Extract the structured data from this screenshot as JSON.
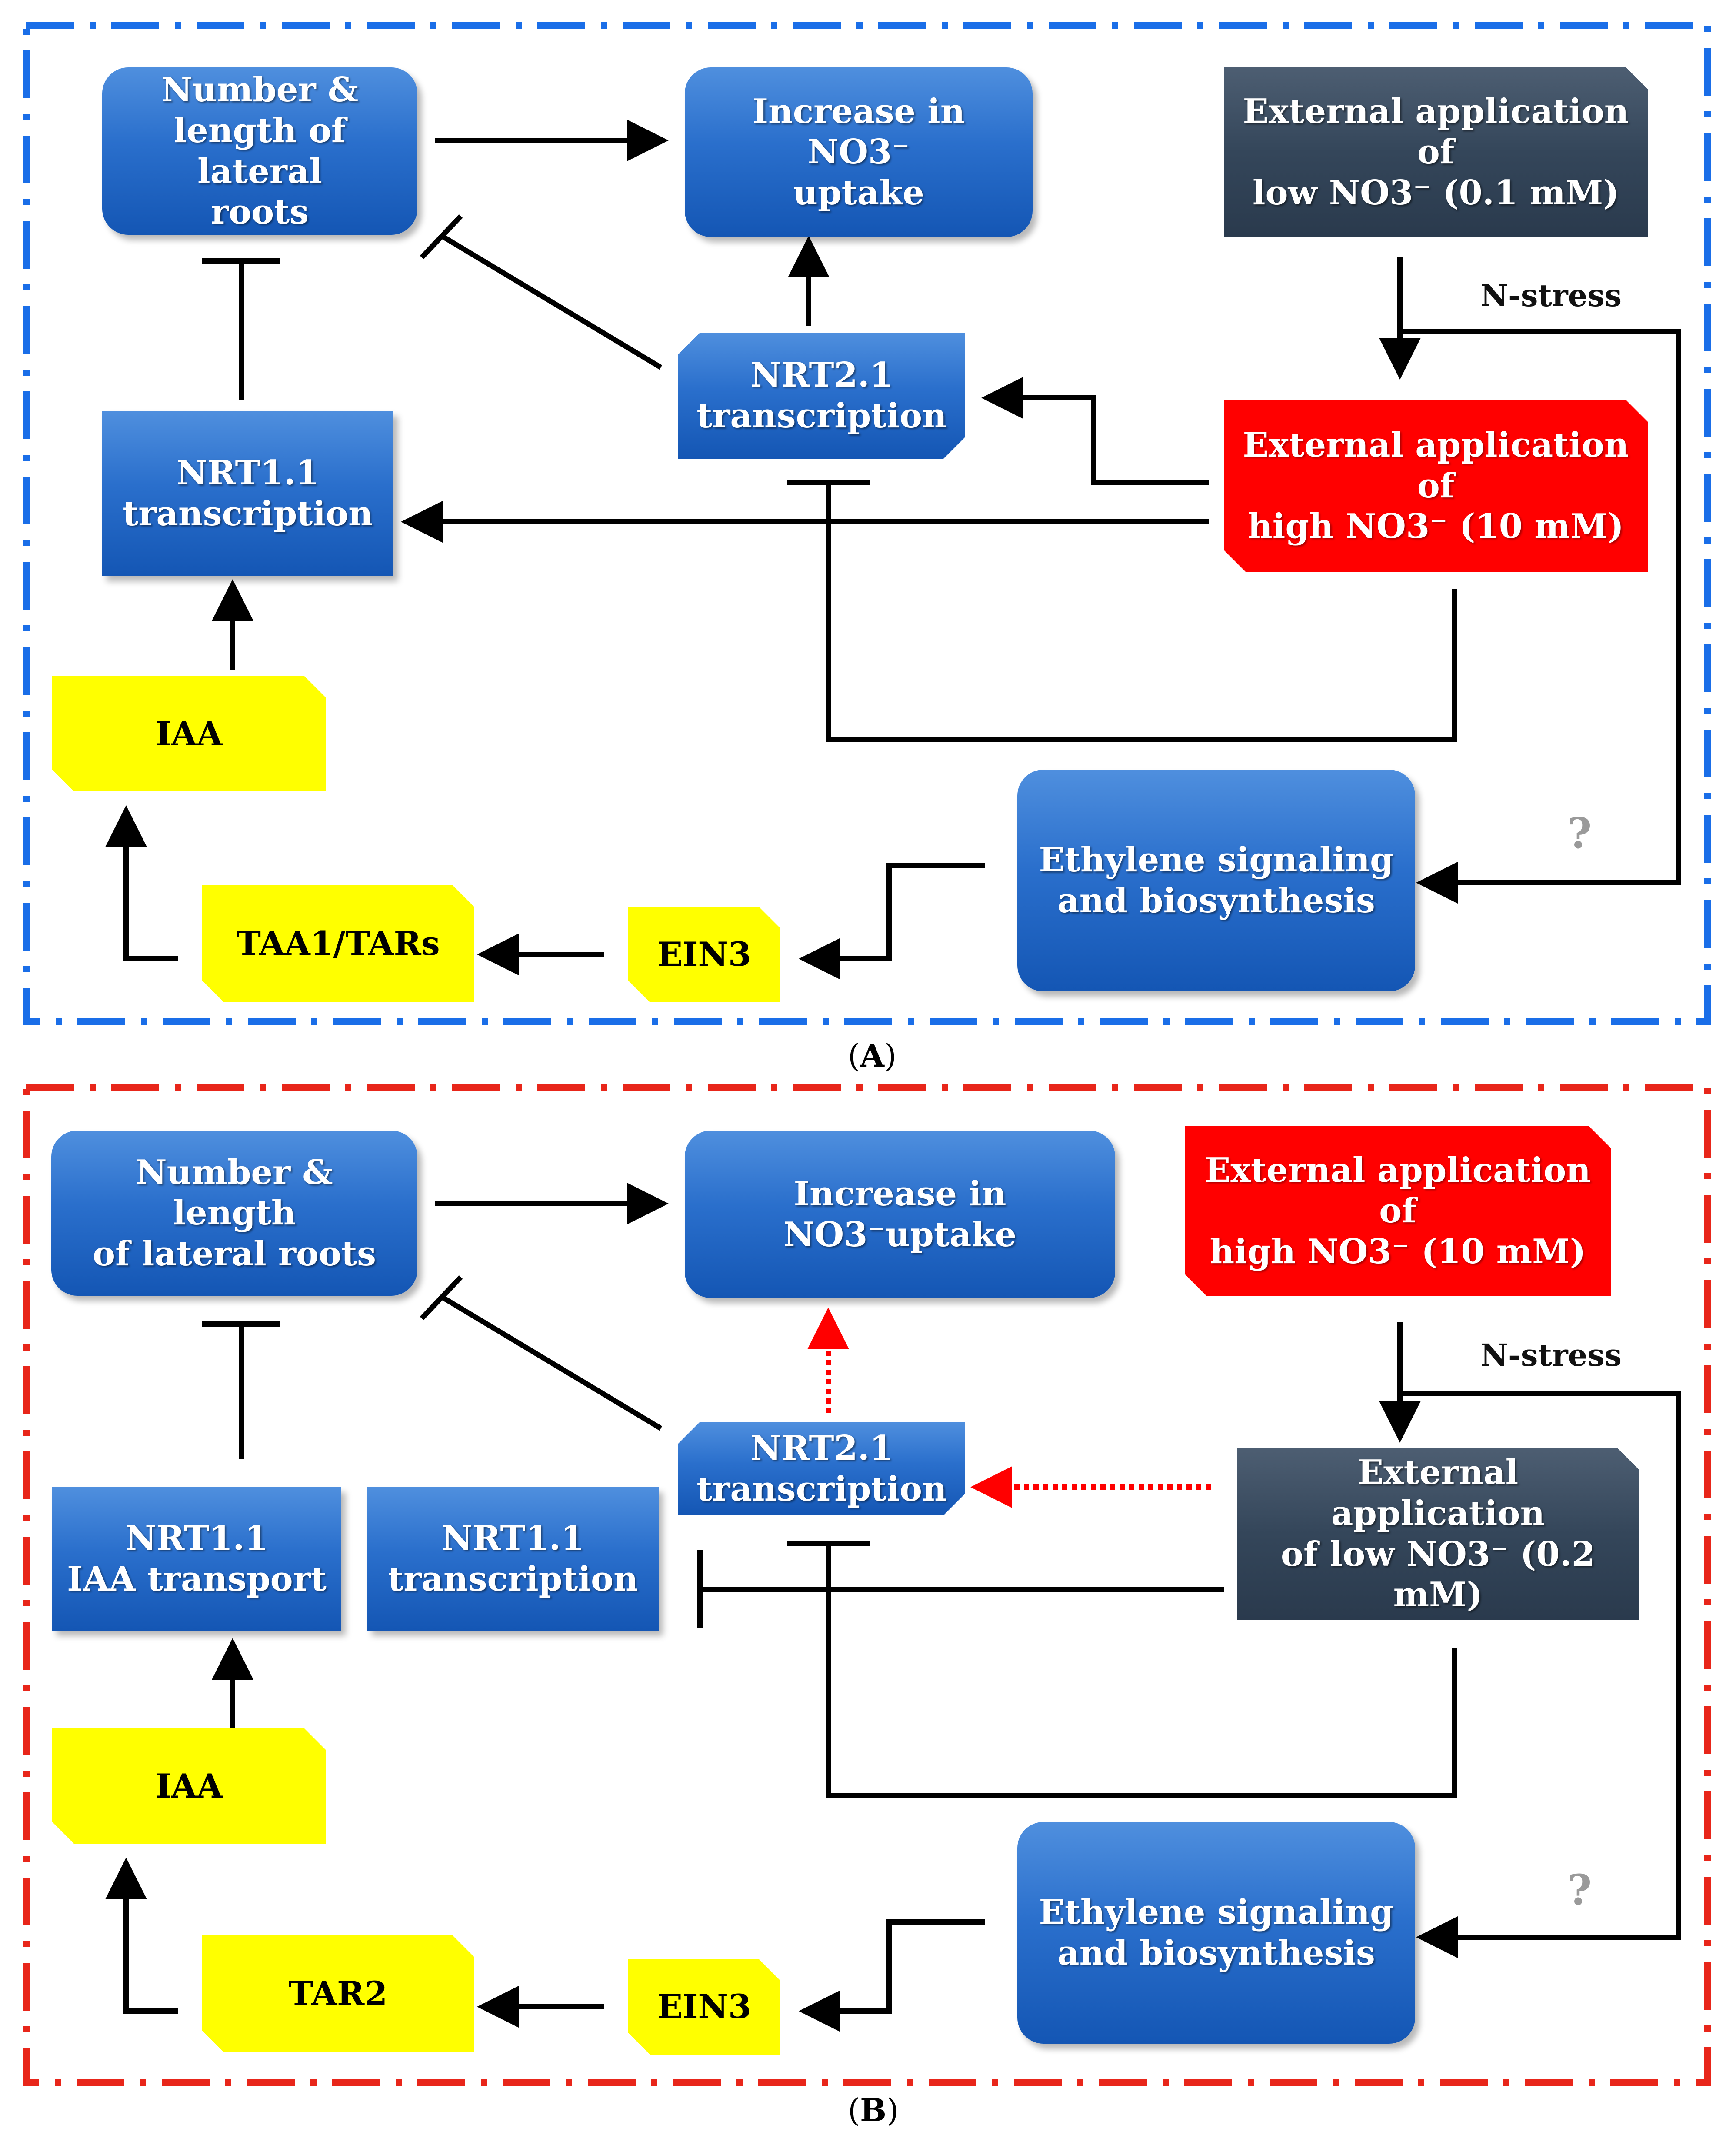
{
  "panels": [
    {
      "id": "A",
      "label": "A",
      "frame_color": "#1a6ee8",
      "nodes": {
        "lateral_roots": "Number &\nlength of lateral\nroots",
        "no3_uptake": "Increase in NO3⁻\nuptake",
        "low_no3": "External application of\nlow NO3⁻ (0.1 mM)",
        "nrt21": "NRT2.1\ntranscription",
        "high_no3": "External application of\nhigh NO3⁻ (10 mM)",
        "nrt11": "NRT1.1\ntranscription",
        "iaa": "IAA",
        "ethylene": "Ethylene signaling\nand biosynthesis",
        "taa1": "TAA1/TARs",
        "ein3": "EIN3"
      },
      "n_stress": "N-stress",
      "question": "?"
    },
    {
      "id": "B",
      "label": "B",
      "frame_color": "#e8261a",
      "nodes": {
        "lateral_roots": "Number & length\nof lateral roots",
        "no3_uptake": "Increase in NO3⁻uptake",
        "high_no3": "External application of\nhigh NO3⁻ (10 mM)",
        "nrt21": "NRT2.1\ntranscription",
        "nrt11_iaa": "NRT1.1\nIAA transport",
        "nrt11_tx": "NRT1.1\ntranscription",
        "low_no3": "External application\nof low NO3⁻ (0.2 mM)",
        "iaa": "IAA",
        "ethylene": "Ethylene signaling\nand biosynthesis",
        "tar2": "TAR2",
        "ein3": "EIN3"
      },
      "n_stress": "N-stress",
      "question": "?"
    }
  ]
}
